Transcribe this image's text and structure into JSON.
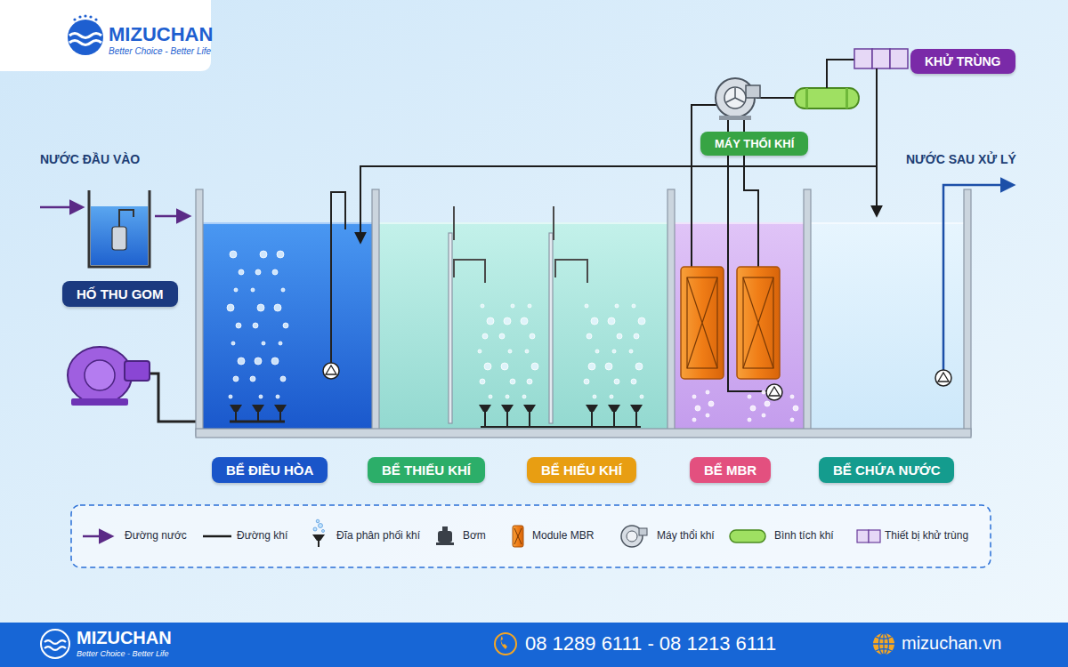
{
  "diagram": {
    "nodes": [
      {
        "text": [
          "KHỬ TRÙNG"
        ]
      },
      {
        "text": [
          "MÁY THỔI KHÍ"
        ]
      },
      {
        "text": [
          "HỐ THU GOM"
        ]
      },
      {
        "text": [
          "BỂ ĐIỀU HÒA"
        ]
      },
      {
        "text": [
          "BỂ THIẾU KHÍ"
        ]
      },
      {
        "text": [
          "BỂ HIẾU KHÍ"
        ]
      },
      {
        "text": [
          "BỂ MBR"
        ]
      },
      {
        "text": [
          "BỂ CHỨA NƯỚC"
        ]
      }
    ],
    "labels": [
      "MIZUCHAN",
      "Better Choice - Better Life",
      "NƯỚC ĐẦU VÀO",
      "NƯỚC SAU XỬ LÝ",
      "MIZUCHAN",
      "Better Choice - Better Life",
      "08 1289 6111 - 08 1213 6111",
      "mizuchan.vn"
    ],
    "legend": [
      {
        "text": "Đường nước"
      },
      {
        "text": "Đường khí"
      },
      {
        "text": "Đĩa phân phối khí"
      },
      {
        "text": "Bơm"
      },
      {
        "text": "Module MBR"
      },
      {
        "text": "Máy thổi khí"
      },
      {
        "text": "Bình tích khí"
      },
      {
        "text": "Thiết bị khử trùng"
      }
    ]
  }
}
